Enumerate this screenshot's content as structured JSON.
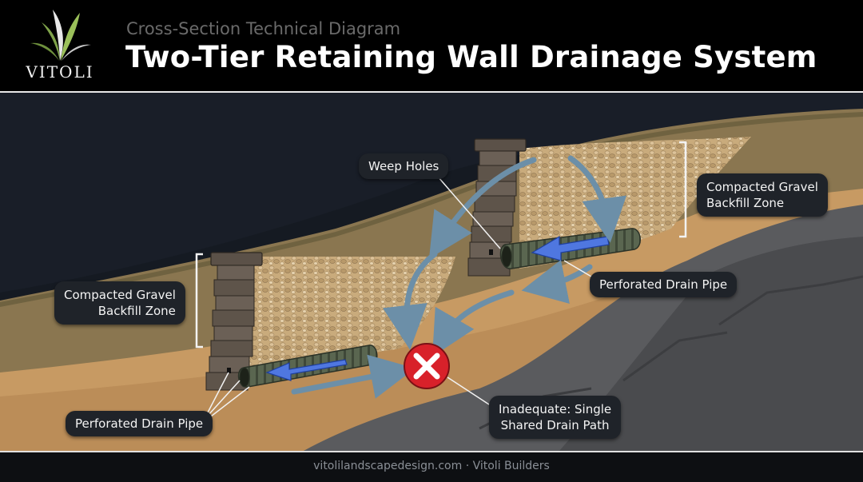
{
  "header": {
    "logo_text": "VITOLI",
    "subtitle": "Cross-Section Technical Diagram",
    "title": "Two-Tier Retaining Wall Drainage System"
  },
  "labels": {
    "weep_holes": "Weep Holes",
    "gravel_upper_line1": "Compacted Gravel",
    "gravel_upper_line2": "Backfill Zone",
    "gravel_lower_line1": "Compacted Gravel",
    "gravel_lower_line2": "Backfill Zone",
    "pipe_upper": "Perforated Drain Pipe",
    "pipe_lower": "Perforated Drain Pipe",
    "inadequate_line1": "Inadequate: Single",
    "inadequate_line2": "Shared Drain Path"
  },
  "colors": {
    "background": "#151a22",
    "soil": "#c79a63",
    "rock": "#5a5b5e",
    "arrow": "#4f77e0",
    "flow": "#6c8fa8",
    "warning": "#d8212a",
    "label_bg": "#1f2329"
  },
  "icons": [
    "leaf-logo-icon",
    "x-mark-icon",
    "arrow-icon"
  ],
  "footer": {
    "text": "vitolilandscapedesign.com · Vitoli Builders"
  }
}
